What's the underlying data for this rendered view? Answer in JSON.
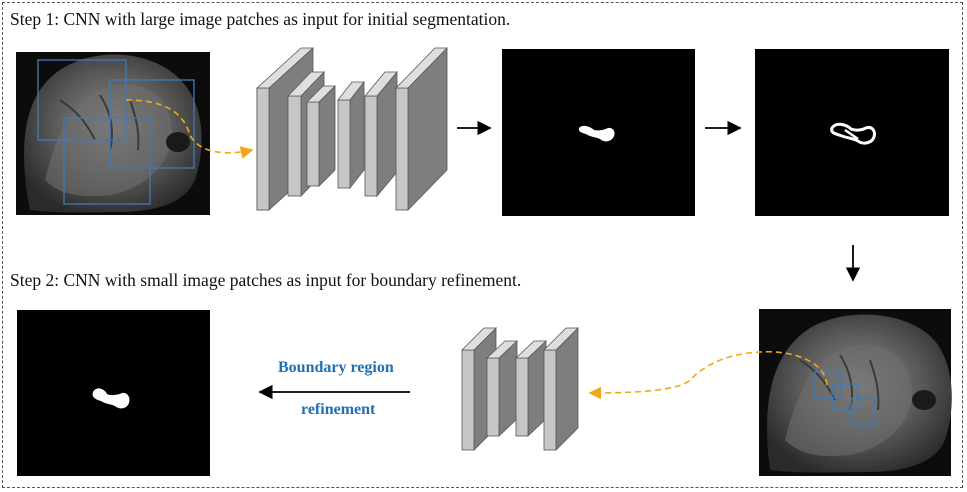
{
  "step1": {
    "label": "Step 1: CNN with large image patches as input for initial segmentation."
  },
  "step2": {
    "label": "Step 2: CNN with small image patches as input for boundary refinement."
  },
  "refinement": {
    "line1": "Boundary region",
    "line2": "refinement"
  },
  "colors": {
    "patch_box": "#3d7ab8",
    "flow_arrow": "#f0a818",
    "layer_face": "#c8c8c8",
    "layer_side": "#7a7a7a",
    "label_blue": "#1f6fb4"
  }
}
